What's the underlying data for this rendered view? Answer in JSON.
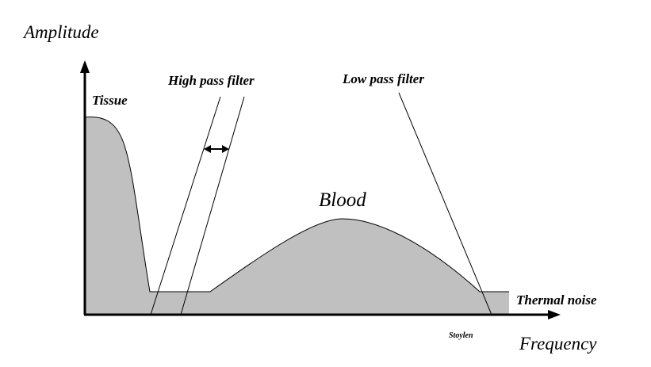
{
  "labels": {
    "y_axis": "Amplitude",
    "x_axis": "Frequency",
    "tissue": "Tissue",
    "high_pass": "High pass filter",
    "low_pass": "Low pass filter",
    "blood": "Blood",
    "thermal_noise": "Thermal noise",
    "credit": "Stoylen"
  },
  "colors": {
    "fill": "#c0c0c0",
    "line": "#000000",
    "background": "#ffffff"
  }
}
